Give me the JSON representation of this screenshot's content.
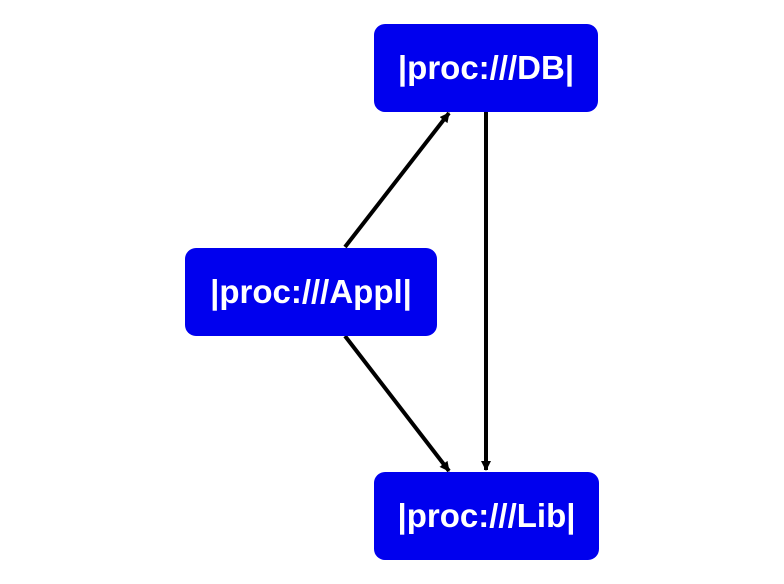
{
  "colors": {
    "node_fill": "#0000ee",
    "node_text": "#ffffff",
    "edge": "#000000"
  },
  "nodes": {
    "db": {
      "label": "|proc:///DB|"
    },
    "app": {
      "label": "|proc:///Appl|"
    },
    "lib": {
      "label": "|proc:///Lib|"
    }
  },
  "edges": [
    {
      "from": "app",
      "to": "db"
    },
    {
      "from": "app",
      "to": "lib"
    },
    {
      "from": "db",
      "to": "lib"
    }
  ]
}
